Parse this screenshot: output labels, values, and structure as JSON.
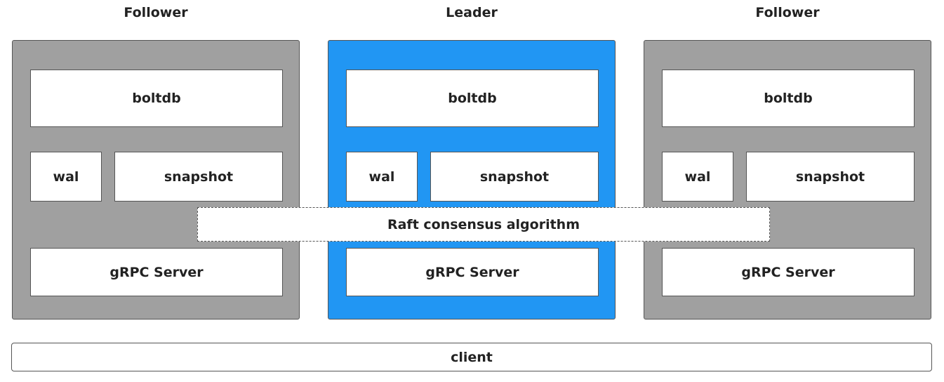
{
  "nodes": [
    {
      "role": "Follower",
      "boltdb": "boltdb",
      "wal": "wal",
      "snapshot": "snapshot",
      "grpc": "gRPC Server"
    },
    {
      "role": "Leader",
      "boltdb": "boltdb",
      "wal": "wal",
      "snapshot": "snapshot",
      "grpc": "gRPC Server"
    },
    {
      "role": "Follower",
      "boltdb": "boltdb",
      "wal": "wal",
      "snapshot": "snapshot",
      "grpc": "gRPC Server"
    }
  ],
  "raft_label": "Raft consensus algorithm",
  "client_label": "client",
  "colors": {
    "follower": "#a0a0a0",
    "leader": "#2196f3",
    "box": "#ffffff",
    "border": "#555555"
  }
}
